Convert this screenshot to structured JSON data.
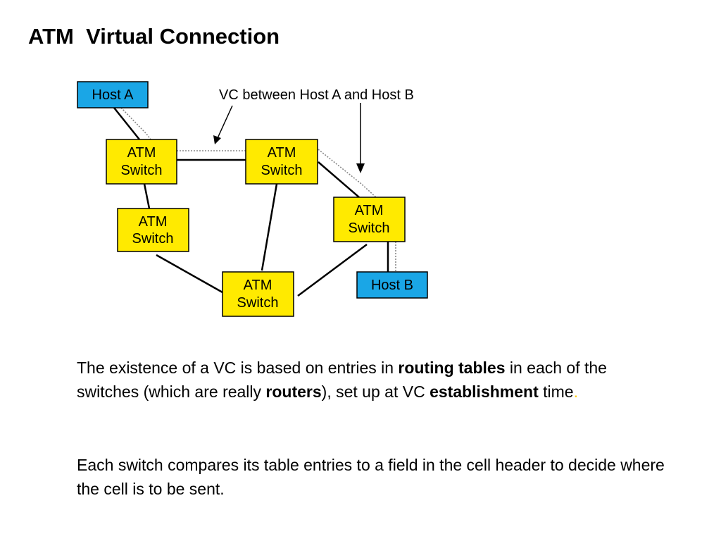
{
  "slide": {
    "title": "ATM  Virtual Connection"
  },
  "diagram": {
    "callout_label": "VC between Host A and Host B",
    "hosts": [
      {
        "id": "host-a",
        "label": "Host A"
      },
      {
        "id": "host-b",
        "label": "Host B"
      }
    ],
    "switches": [
      {
        "id": "switch-1",
        "line1": "ATM",
        "line2": "Switch"
      },
      {
        "id": "switch-2",
        "line1": "ATM",
        "line2": "Switch"
      },
      {
        "id": "switch-3",
        "line1": "ATM",
        "line2": "Switch"
      },
      {
        "id": "switch-4",
        "line1": "ATM",
        "line2": "Switch"
      },
      {
        "id": "switch-5",
        "line1": "ATM",
        "line2": "Switch"
      }
    ],
    "colors": {
      "switch_fill": "#ffea00",
      "host_fill": "#1aa6e6",
      "vc_path": "#888888"
    }
  },
  "body": {
    "para1": {
      "t1": "The existence of a VC is based on entries in ",
      "b1": "routing tables",
      "t2": " in each of the switches (which are really ",
      "b2": "routers",
      "t3": "), set up at VC ",
      "b3": "establishment",
      "t4": " time",
      "t5": "."
    },
    "para2": "Each switch compares its table entries to a field in the cell header to decide where the cell is to be sent."
  }
}
